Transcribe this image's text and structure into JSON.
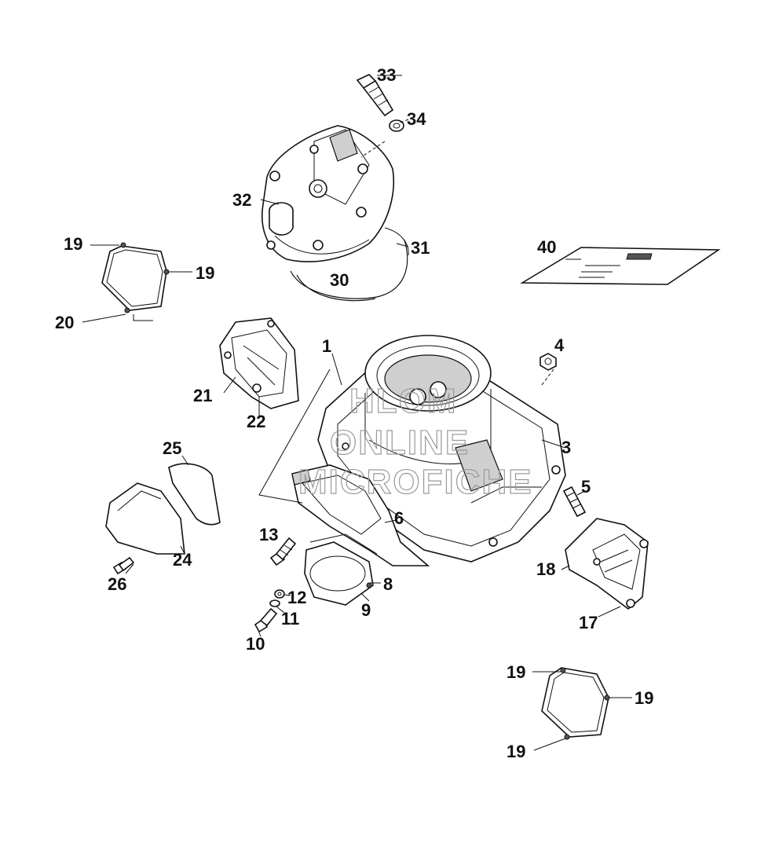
{
  "watermark": {
    "lines": [
      "HLOM",
      "ONLINE",
      "MICROFICHE"
    ]
  },
  "callouts": {
    "c1": "1",
    "c3": "3",
    "c4": "4",
    "c5": "5",
    "c6": "6",
    "c8": "8",
    "c9": "9",
    "c10": "10",
    "c11": "11",
    "c12": "12",
    "c13": "13",
    "c17": "17",
    "c18": "18",
    "c19a": "19",
    "c19b": "19",
    "c19c": "19",
    "c19d": "19",
    "c19e": "19",
    "c20": "20",
    "c21": "21",
    "c22": "22",
    "c24": "24",
    "c25": "25",
    "c26": "26",
    "c30": "30",
    "c31": "31",
    "c32": "32",
    "c33": "33",
    "c34": "34",
    "c40": "40"
  },
  "colors": {
    "ink": "#111111",
    "watermark": "#9a9a9a",
    "background": "#ffffff"
  }
}
